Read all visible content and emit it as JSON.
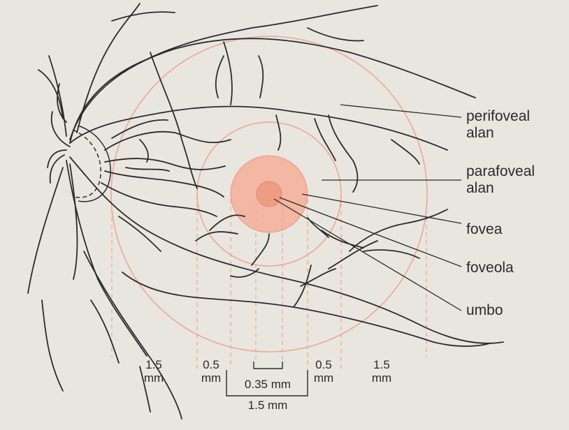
{
  "labels": {
    "perifoveal": [
      "perifoveal",
      "alan"
    ],
    "parafoveal": [
      "parafoveal",
      "alan"
    ],
    "fovea": "fovea",
    "foveola": "foveola",
    "umbo": "umbo"
  },
  "measurements": {
    "left_outer": [
      "1.5",
      "mm"
    ],
    "left_inner": [
      "0.5",
      "mm"
    ],
    "center": "0.35 mm",
    "right_inner": [
      "0.5",
      "mm"
    ],
    "right_outer": [
      "1.5",
      "mm"
    ],
    "bottom": "1.5 mm"
  },
  "colors": {
    "background": "#e9e6e0",
    "vessel": "#2b2b2b",
    "zone_ring": "#eaa898",
    "fovea_fill": "#f3b7a3",
    "foveola_fill": "#ee9c84"
  }
}
